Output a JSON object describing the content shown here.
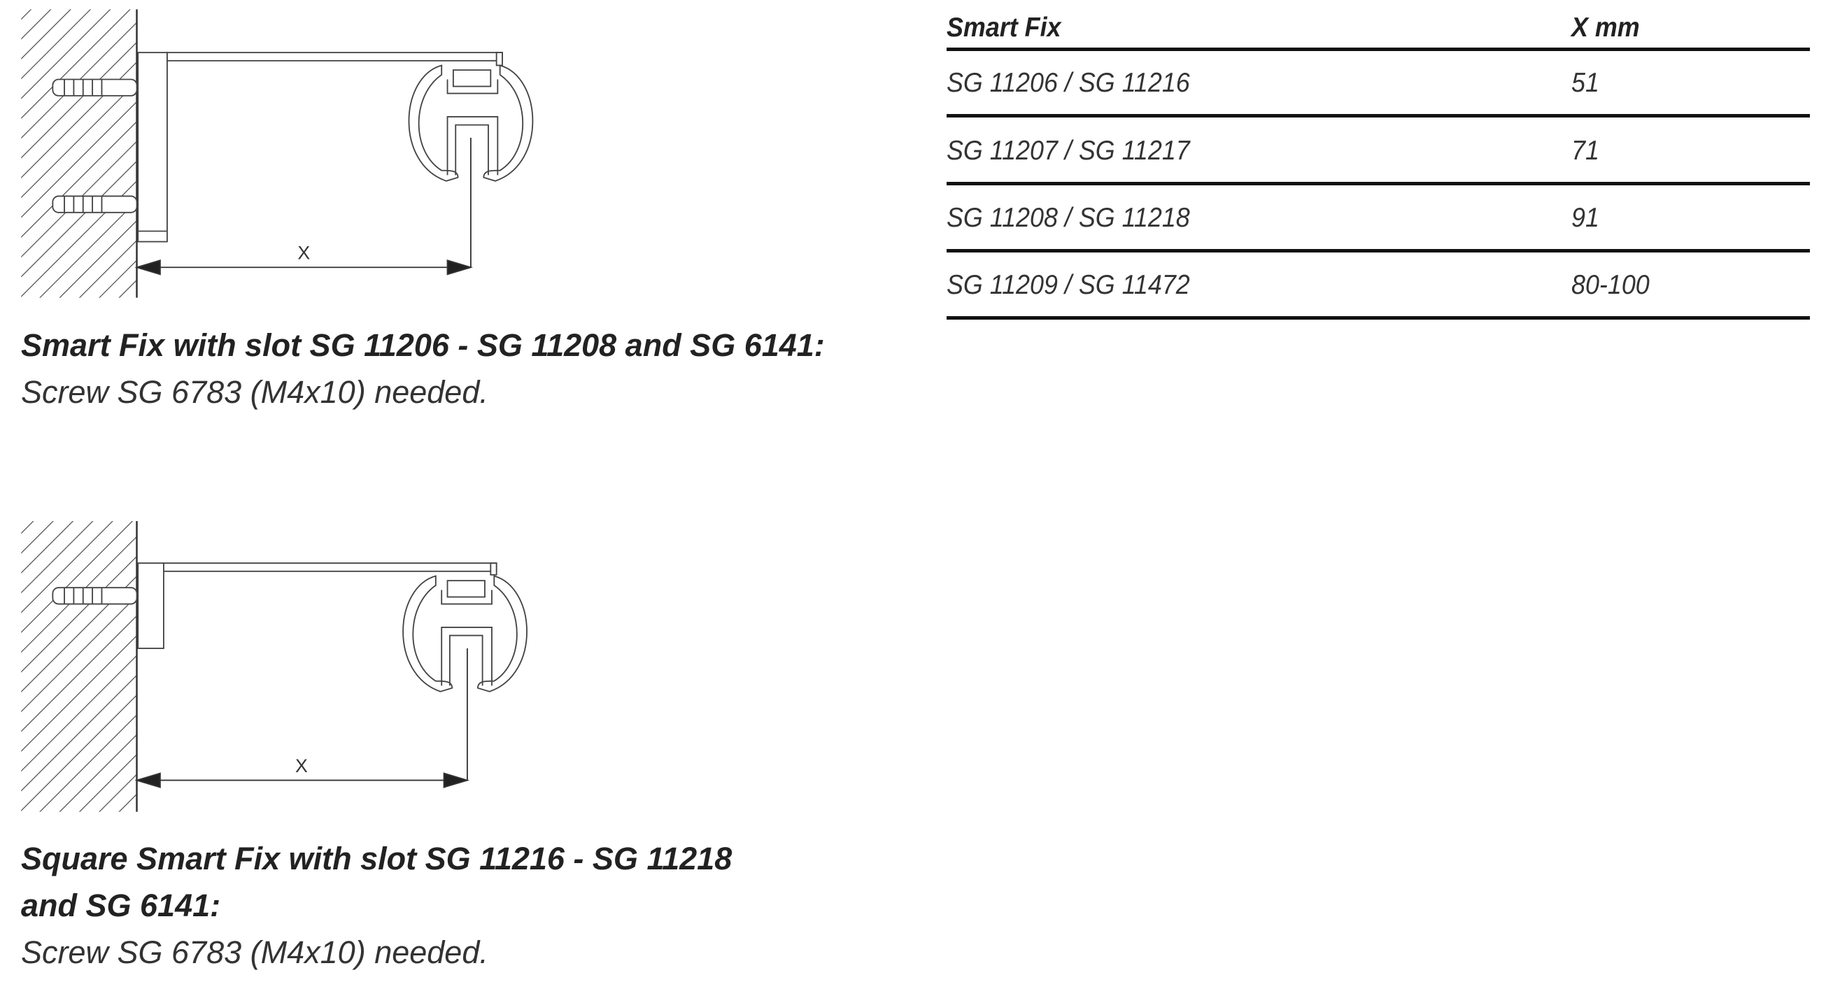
{
  "diagrams": [
    {
      "dimension_label": "X"
    },
    {
      "dimension_label": "X"
    }
  ],
  "captions": [
    {
      "title": "Smart Fix with slot SG 11206 - SG 11208 and SG 6141:",
      "note": "Screw SG 6783 (M4x10) needed."
    },
    {
      "title_line1": "Square Smart Fix with slot SG 11216 - SG 11218",
      "title_line2": "and SG 6141:",
      "note": "Screw SG 6783 (M4x10) needed."
    }
  ],
  "table": {
    "headers": [
      "Smart Fix",
      "X mm"
    ],
    "rows": [
      [
        "SG 11206 / SG 11216",
        "51"
      ],
      [
        "SG 11207 / SG 11217",
        "71"
      ],
      [
        "SG 11208 / SG 11218",
        "91"
      ],
      [
        "SG 11209 / SG 11472",
        "80-100"
      ]
    ]
  },
  "colors": {
    "line": "#333333",
    "rule": "#111111"
  }
}
